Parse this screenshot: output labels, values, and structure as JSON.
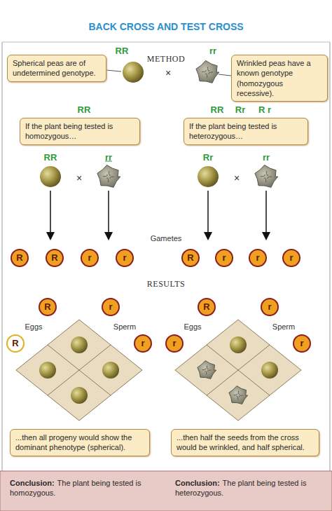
{
  "diagram": {
    "title": "BACK CROSS AND TEST CROSS",
    "nodes": [
      {
        "text": [
          "Spherical peas are of undetermined genotype."
        ]
      },
      {
        "text": [
          "Wrinkled peas have a known genotype (homozygous recessive)."
        ]
      },
      {
        "text": [
          "If the plant being tested is homozygous…"
        ]
      },
      {
        "text": [
          "If the plant being tested is heterozygous…"
        ]
      },
      {
        "text": [
          "R"
        ]
      },
      {
        "text": [
          "R"
        ]
      },
      {
        "text": [
          "r"
        ]
      },
      {
        "text": [
          "r"
        ]
      },
      {
        "text": [
          "R"
        ]
      },
      {
        "text": [
          "r"
        ]
      },
      {
        "text": [
          "r"
        ]
      },
      {
        "text": [
          "r"
        ]
      },
      {
        "text": [
          "R"
        ]
      },
      {
        "text": [
          "r"
        ]
      },
      {
        "text": [
          "R"
        ]
      },
      {
        "text": [
          "r"
        ]
      },
      {
        "text": [
          "R"
        ]
      },
      {
        "text": [
          "r"
        ]
      },
      {
        "text": [
          "r"
        ]
      },
      {
        "text": [
          "r"
        ]
      },
      {
        "text": [
          "...then all progeny would show the dominant phenotype (spherical)."
        ]
      },
      {
        "text": [
          "...then half the seeds from the cross would be wrinkled, and half spherical."
        ]
      },
      {
        "text": [
          "Conclusion:",
          "The plant being tested is homozygous."
        ]
      },
      {
        "text": [
          "Conclusion:",
          "The plant being tested is heterozygous."
        ]
      }
    ],
    "labels": [
      "METHOD",
      "RR",
      "×",
      "rr",
      "RR",
      "RR",
      "Rr",
      "R r",
      "RR",
      "×",
      "rr",
      "Rr",
      "×",
      "rr",
      "Gametes",
      "RESULTS",
      "Eggs",
      "Sperm",
      "Eggs",
      "Sperm"
    ]
  }
}
